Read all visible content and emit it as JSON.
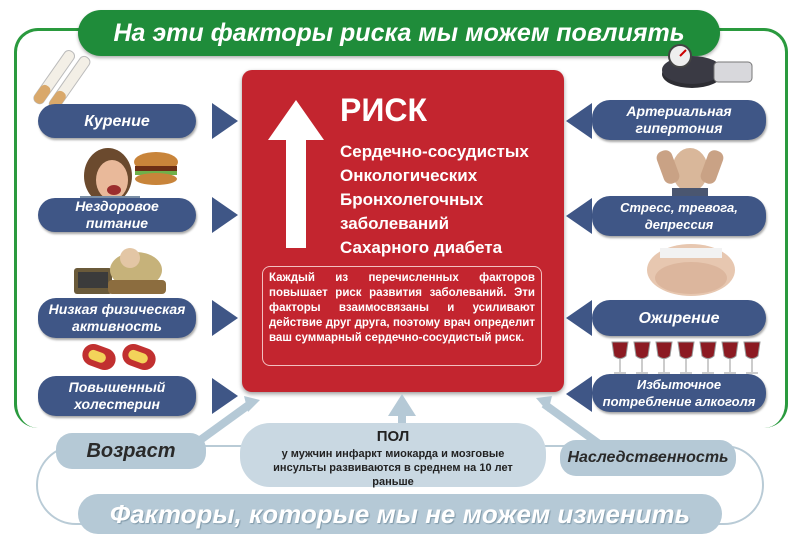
{
  "title": "На эти факторы риска мы можем повлиять",
  "bottom_title": "Факторы, которые мы не можем изменить",
  "colors": {
    "green": "#1f8c3a",
    "navy": "#3f5686",
    "red": "#c3252f",
    "grey_blue": "#b5c9d6"
  },
  "risk": {
    "heading": "РИСК",
    "lines": [
      "Сердечно-сосудистых",
      "Онкологических",
      "Бронхолегочных",
      "заболеваний",
      "Сахарного диабета"
    ],
    "note": "Каждый из перечисленных факторов повышает риск развития заболеваний. Эти факторы взаимосвязаны и усиливают действие друг друга, поэтому врач определит ваш суммарный сердечно-сосудистый риск."
  },
  "left_factors": [
    {
      "label": "Курение",
      "icon": "cigarettes-icon"
    },
    {
      "label": "Нездоровое питание",
      "icon": "burger-eating-icon"
    },
    {
      "label": "Низкая физическая активность",
      "icon": "couch-tv-icon"
    },
    {
      "label": "Повышенный холестерин",
      "icon": "artery-icon"
    }
  ],
  "right_factors": [
    {
      "label": "Артериальная гипертония",
      "icon": "tonometer-icon"
    },
    {
      "label": "Стресс, тревога, депрессия",
      "icon": "stressed-man-icon"
    },
    {
      "label": "Ожирение",
      "icon": "obese-belly-icon"
    },
    {
      "label": "Избыточное потребление алкоголя",
      "icon": "wine-glasses-icon"
    }
  ],
  "fixed_factors": {
    "age": "Возраст",
    "heredity": "Наследственность",
    "sex_heading": "ПОЛ",
    "sex_text": "у мужчин инфаркт миокарда и мозговые инсульты развиваются в среднем на 10 лет раньше"
  }
}
